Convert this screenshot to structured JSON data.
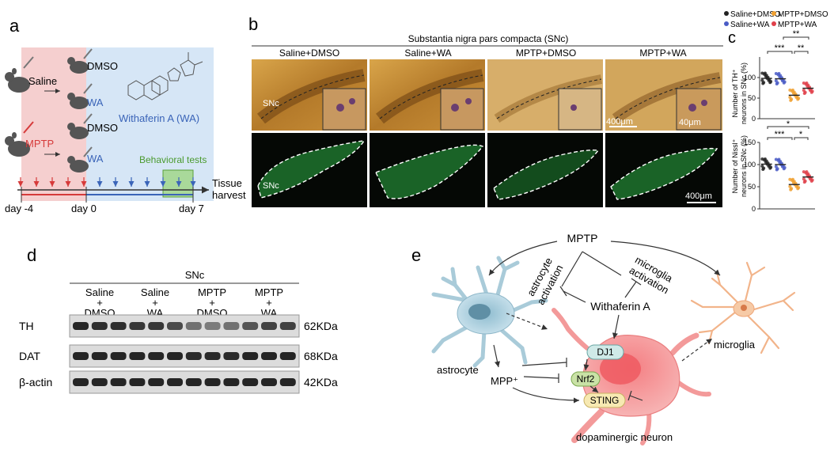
{
  "panels": {
    "a": {
      "letter": "a",
      "saline": "Saline",
      "mptp": "MPTP",
      "dmso": "DMSO",
      "wa": "WA",
      "withaferin": "Withaferin A (WA)",
      "behavioral": "Behavioral tests",
      "harvest_line1": "Tissue",
      "harvest_line2": "harvest",
      "day_m4": "day -4",
      "day_0": "day 0",
      "day_7": "day 7"
    },
    "b": {
      "letter": "b",
      "title": "Substantia nigra pars compacta (SNc)",
      "columns": [
        "Saline+DMSO",
        "Saline+WA",
        "MPTP+DMSO",
        "MPTP+WA"
      ],
      "snc_label": "SNc",
      "scale_top": "400μm",
      "scale_inset": "40μm",
      "scale_bottom": "400μm"
    },
    "c": {
      "letter": "c",
      "legend": [
        "Saline+DMSO",
        "MPTP+DMSO",
        "Saline+WA",
        "MPTP+WA"
      ],
      "ylabel_top_1": "Number of TH⁺",
      "ylabel_top_2": "neurons in SNc (%)",
      "ylabel_bottom_1": "Number of Nissl⁺",
      "ylabel_bottom_2": "neurons in SNc (%)",
      "sig_top": [
        "**",
        "***",
        "**"
      ],
      "sig_bottom": [
        "*",
        "***",
        "*"
      ]
    },
    "d": {
      "letter": "d",
      "region": "SNc",
      "groups": [
        {
          "l1": "Saline",
          "l2": "+",
          "l3": "DMSO"
        },
        {
          "l1": "Saline",
          "l2": "+",
          "l3": "WA"
        },
        {
          "l1": "MPTP",
          "l2": "+",
          "l3": "DMSO"
        },
        {
          "l1": "MPTP",
          "l2": "+",
          "l3": "WA"
        }
      ],
      "rows": [
        {
          "name": "TH",
          "size": "62KDa"
        },
        {
          "name": "DAT",
          "size": "68KDa"
        },
        {
          "name": "β-actin",
          "size": "42KDa"
        }
      ]
    },
    "e": {
      "letter": "e",
      "mptp": "MPTP",
      "astro_act_1": "astrocyte",
      "astro_act_2": "activation",
      "micro_act_1": "microglia",
      "micro_act_2": "activation",
      "withaferin": "Withaferin A",
      "astrocyte": "astrocyte",
      "microglia": "microglia",
      "mpp": "MPP⁺",
      "dj1": "DJ1",
      "nrf2": "Nrf2",
      "sting": "STING",
      "neuron": "dopaminergic neuron"
    }
  },
  "chart_data": [
    {
      "type": "scatter",
      "title": "",
      "ylabel": "Number of TH⁺ neurons in SNc (%)",
      "categories": [
        "Saline+DMSO",
        "Saline+WA",
        "MPTP+DMSO",
        "MPTP+WA"
      ],
      "ylim": [
        0,
        150
      ],
      "yticks": [
        0,
        50,
        100
      ],
      "series": [
        {
          "name": "Saline+DMSO",
          "color": "#222222",
          "mean": 98
        },
        {
          "name": "Saline+WA",
          "color": "#4a5cc6",
          "mean": 97
        },
        {
          "name": "MPTP+DMSO",
          "color": "#f0a030",
          "mean": 57
        },
        {
          "name": "MPTP+WA",
          "color": "#e0404a",
          "mean": 74
        }
      ]
    },
    {
      "type": "scatter",
      "title": "",
      "ylabel": "Number of Nissl⁺ neurons in SNc (%)",
      "categories": [
        "Saline+DMSO",
        "Saline+WA",
        "MPTP+DMSO",
        "MPTP+WA"
      ],
      "ylim": [
        0,
        150
      ],
      "yticks": [
        0,
        50,
        100,
        150
      ],
      "series": [
        {
          "name": "Saline+DMSO",
          "color": "#222222",
          "mean": 101
        },
        {
          "name": "Saline+WA",
          "color": "#4a5cc6",
          "mean": 100
        },
        {
          "name": "MPTP+DMSO",
          "color": "#f0a030",
          "mean": 55
        },
        {
          "name": "MPTP+WA",
          "color": "#e0404a",
          "mean": 72
        }
      ]
    }
  ],
  "colors": {
    "red_shade": "#f5cfcf",
    "blue_shade": "#d6e6f6",
    "green_box": "#a9d99a",
    "mptp_red": "#d63a3a",
    "wa_blue": "#3a64b8",
    "behav_green": "#4a9a2e",
    "ihc_brown": "#8a5a1c",
    "fluor_green": "#2bb04a",
    "astro_blue": "#bcd9e6",
    "neuron_pink": "#f39a9a",
    "microglia_peach": "#f6caa6"
  }
}
